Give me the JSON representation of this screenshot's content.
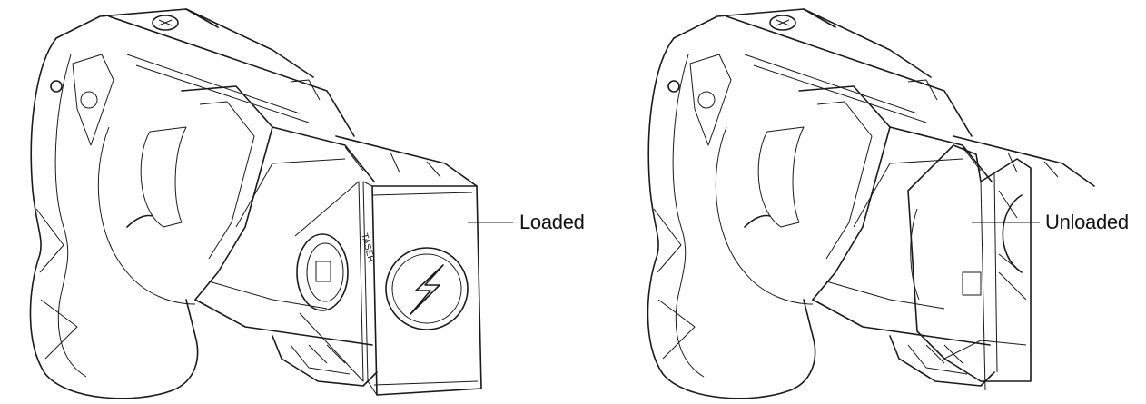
{
  "figure": {
    "devices": [
      {
        "state": "loaded",
        "label": "Loaded",
        "cartridge_logo": "TASER"
      },
      {
        "state": "unloaded",
        "label": "Unloaded"
      }
    ],
    "line_color": "#1a1a1a",
    "background": "#ffffff"
  }
}
